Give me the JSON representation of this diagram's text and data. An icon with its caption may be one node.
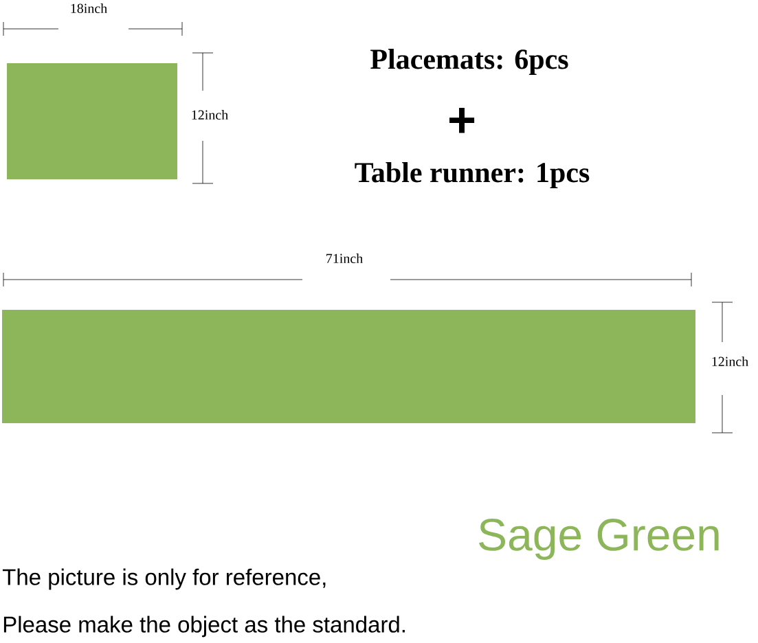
{
  "diagram": {
    "nodes": [
      {
        "text": [],
        "shape": "box"
      },
      {
        "text": [],
        "shape": "box"
      }
    ],
    "labels": [
      "18inch",
      "12inch",
      "Placemats: 6pcs",
      "+",
      "Table runner: 1pcs",
      "71inch",
      "12inch",
      "Sage Green",
      "The picture is only for reference,",
      "Please make the object as the standard."
    ]
  }
}
